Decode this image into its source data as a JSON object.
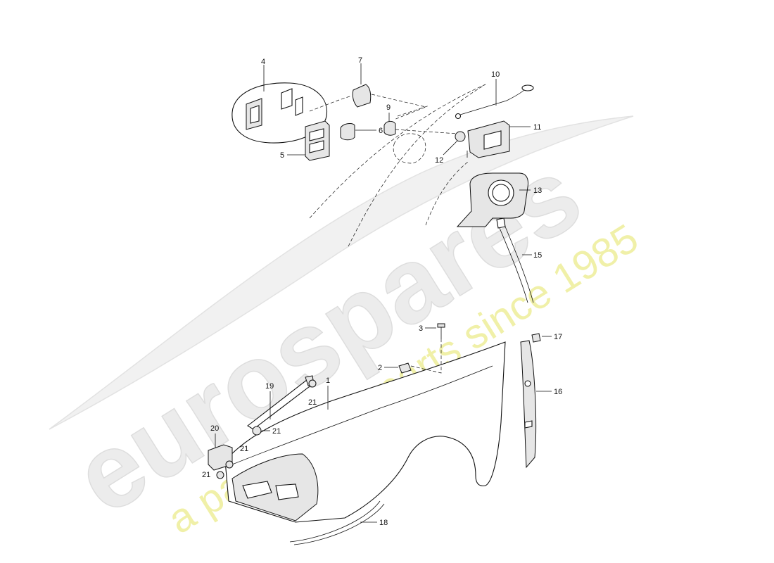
{
  "diagram": {
    "callouts": {
      "c1": "1",
      "c2": "2",
      "c3": "3",
      "c4": "4",
      "c5": "5",
      "c6": "6",
      "c7": "7",
      "c9": "9",
      "c10": "10",
      "c11": "11",
      "c12": "12",
      "c13": "13",
      "c15": "15",
      "c16": "16",
      "c17": "17",
      "c18": "18",
      "c19": "19",
      "c20": "20",
      "c21a": "21",
      "c21b": "21",
      "c21c": "21",
      "c21d": "21"
    }
  },
  "watermark": {
    "brand": "eurospares",
    "tagline": "a passion for parts since 1985",
    "colors": {
      "brand": "#e9e9e9",
      "tagline": "#eeee9a"
    }
  }
}
